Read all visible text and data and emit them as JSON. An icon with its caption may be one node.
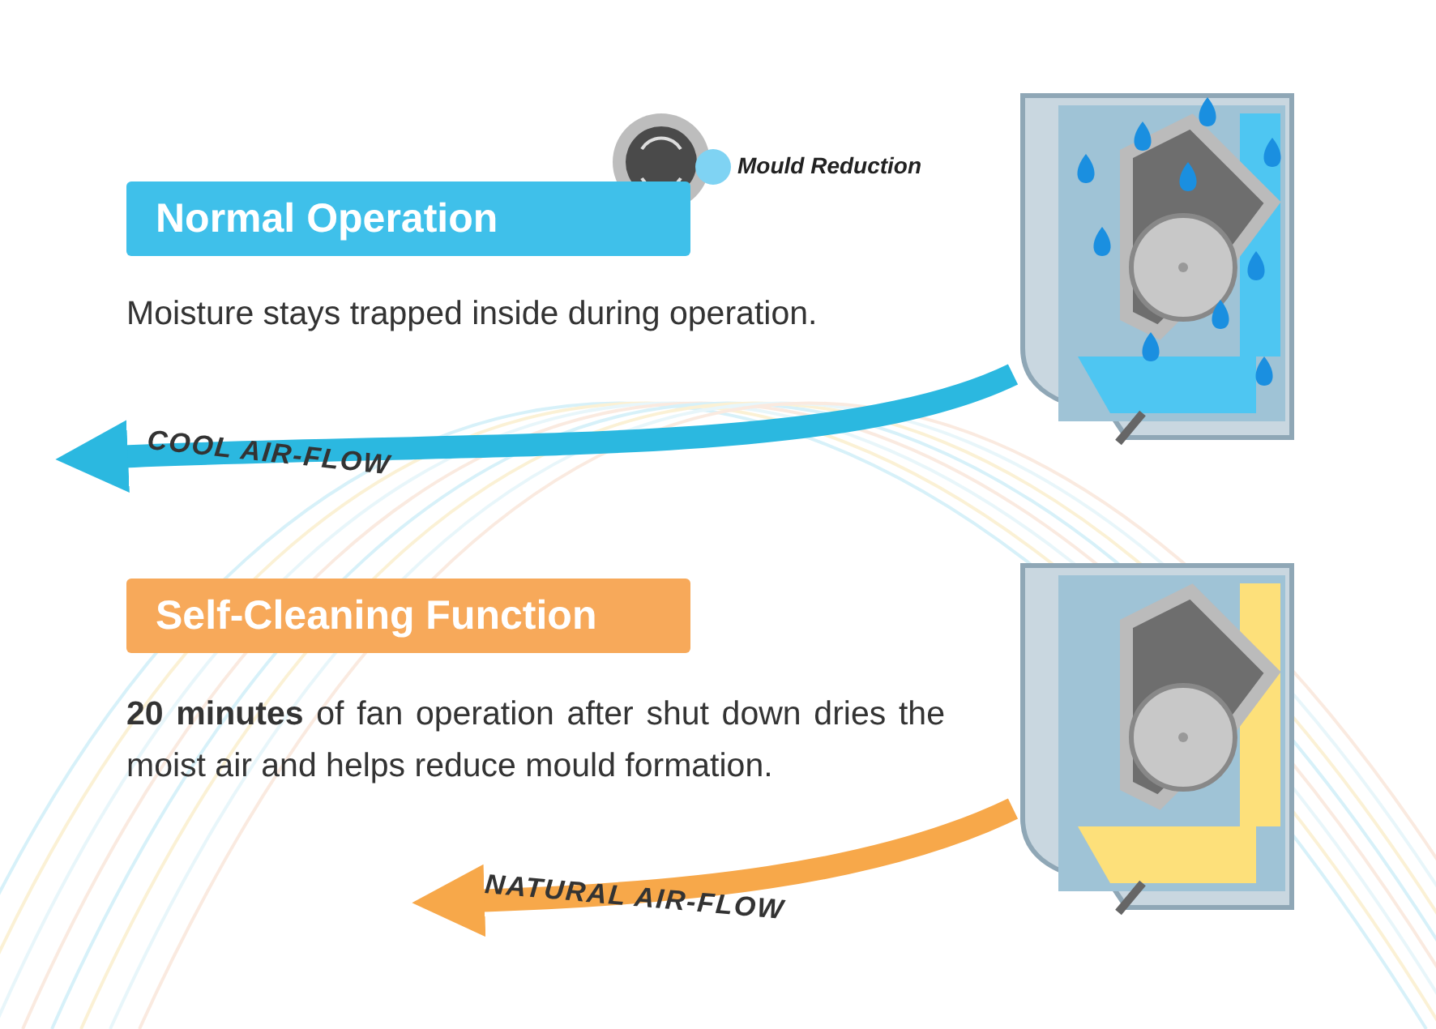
{
  "diagram": {
    "nodes": [
      {
        "text": [
          "Normal Operation"
        ]
      },
      {
        "text": [],
        "shape": "picture"
      },
      {
        "text": [
          "Self-Cleaning Function"
        ]
      },
      {
        "text": [],
        "shape": "picture"
      }
    ],
    "edges": [
      {
        "from": 1,
        "to": null,
        "arrow": "to",
        "label": "COOL AIR-FLOW",
        "color": "#2bb8e0"
      },
      {
        "from": 3,
        "to": null,
        "arrow": "to",
        "label": "NATURAL AIR-FLOW",
        "color": "#f7a84a"
      }
    ],
    "labels": [
      "Mould Reduction",
      "Moisture stays trapped inside during operation.",
      "**20 minutes** of fan operation after shut down dries the moist air and helps reduce mould formation."
    ]
  }
}
